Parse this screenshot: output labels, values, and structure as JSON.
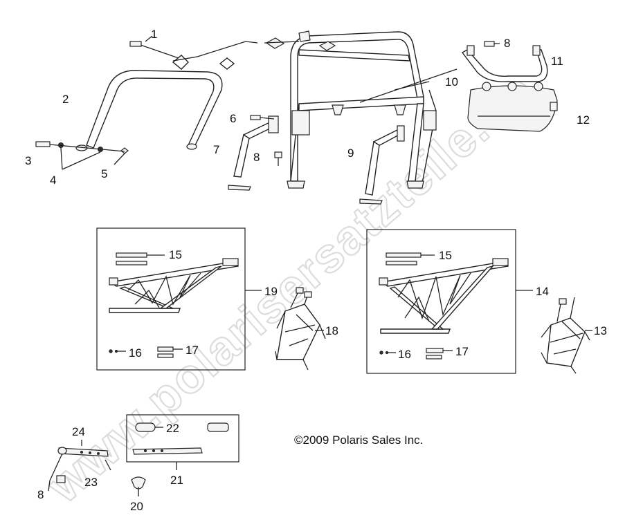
{
  "diagram": {
    "copyright": "©2009 Polaris Sales Inc.",
    "watermark": "www.polarisersatzteile.de",
    "callouts": [
      "1",
      "2",
      "3",
      "4",
      "5",
      "6",
      "7",
      "8",
      "8",
      "8",
      "9",
      "10",
      "11",
      "12",
      "13",
      "14",
      "15",
      "15",
      "16",
      "16",
      "17",
      "17",
      "18",
      "19",
      "20",
      "21",
      "22",
      "23",
      "24"
    ]
  }
}
